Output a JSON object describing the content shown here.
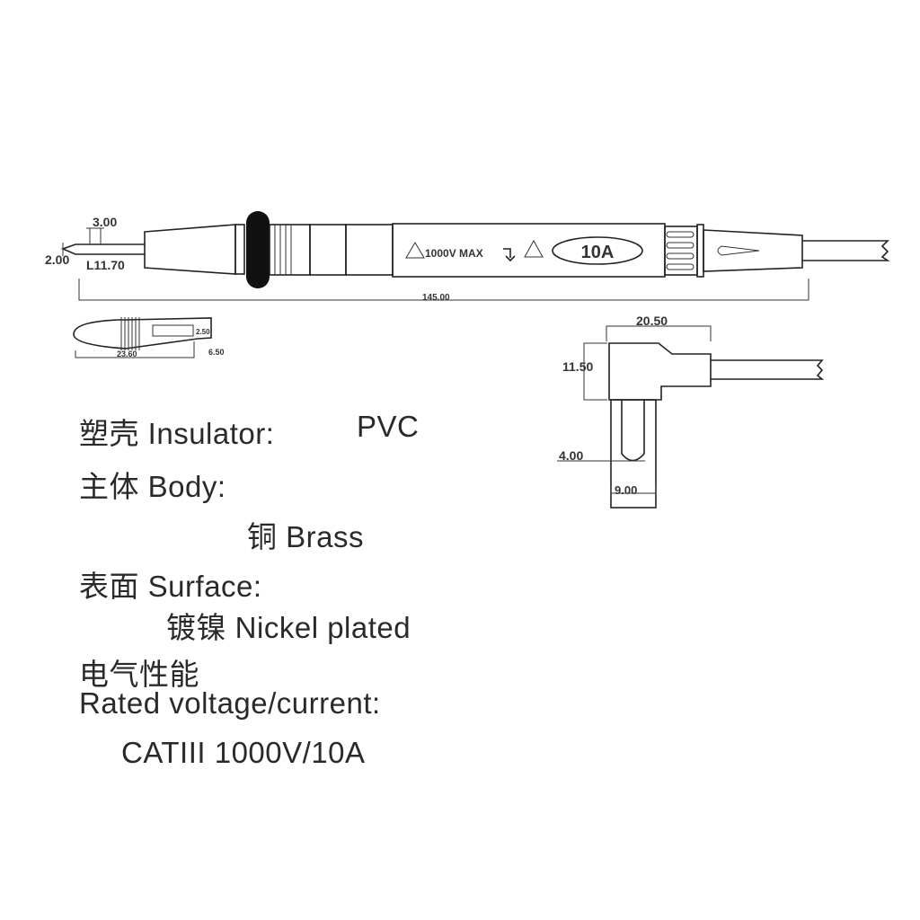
{
  "probe": {
    "dims": {
      "tip_width": "3.00",
      "tip_thickness": "2.00",
      "tip_length": "L11.70",
      "total_length": "145.00"
    },
    "label": {
      "rating": "1000V MAX",
      "current": "10A"
    }
  },
  "tip_detail": {
    "length": "23.60",
    "spring": "2.50",
    "diameter": "6.50"
  },
  "plug": {
    "width": "20.50",
    "height": "11.50",
    "pin_diameter": "4.00",
    "pin_spacing": "9.00"
  },
  "specs": {
    "insulator": {
      "cn": "塑壳",
      "en": "Insulator:",
      "value": "PVC"
    },
    "body": {
      "cn": "主体",
      "en": "Body:"
    },
    "body_material": {
      "cn": "铜",
      "en": "Brass"
    },
    "surface": {
      "cn": "表面",
      "en": "Surface:"
    },
    "surface_finish": {
      "cn": "镀镍",
      "en": "Nickel plated"
    },
    "electrical": {
      "cn": "电气性能"
    },
    "rated_label": "Rated voltage/current:",
    "rated_value": "CATIII 1000V/10A"
  }
}
